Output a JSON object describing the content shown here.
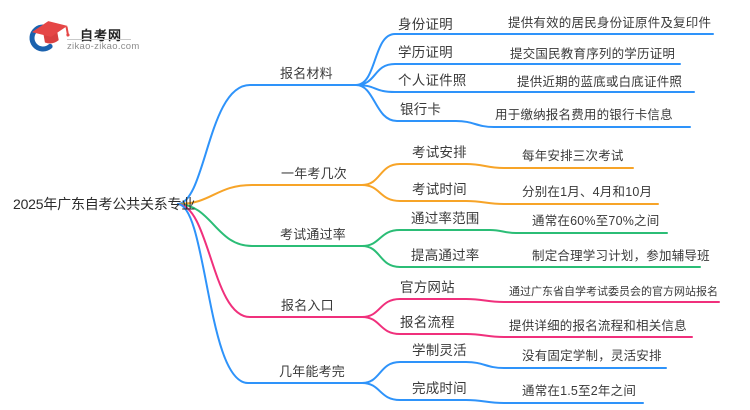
{
  "logo": {
    "name": "自考网",
    "domain": "zikao-zikao.com"
  },
  "root": {
    "label": "2025年广东自考公共关系专业"
  },
  "colors": {
    "blue": "#2e93fa",
    "orange": "#f7a428",
    "green": "#2bbd76",
    "pink": "#f0307c"
  },
  "branches": [
    {
      "label": "报名材料",
      "color": "#2e93fa",
      "children": [
        {
          "label": "身份证明",
          "desc": "提供有效的居民身份证原件及复印件"
        },
        {
          "label": "学历证明",
          "desc": "提交国民教育序列的学历证明"
        },
        {
          "label": "个人证件照",
          "desc": "提供近期的蓝底或白底证件照"
        },
        {
          "label": "银行卡",
          "desc": "用于缴纳报名费用的银行卡信息"
        }
      ]
    },
    {
      "label": "一年考几次",
      "color": "#f7a428",
      "children": [
        {
          "label": "考试安排",
          "desc": "每年安排三次考试"
        },
        {
          "label": "考试时间",
          "desc": "分别在1月、4月和10月"
        }
      ]
    },
    {
      "label": "考试通过率",
      "color": "#2bbd76",
      "children": [
        {
          "label": "通过率范围",
          "desc": "通常在60%至70%之间"
        },
        {
          "label": "提高通过率",
          "desc": "制定合理学习计划，参加辅导班"
        }
      ]
    },
    {
      "label": "报名入口",
      "color": "#f0307c",
      "children": [
        {
          "label": "官方网站",
          "desc": "通过广东省自学考试委员会的官方网站报名"
        },
        {
          "label": "报名流程",
          "desc": "提供详细的报名流程和相关信息"
        }
      ]
    },
    {
      "label": "几年能考完",
      "color": "#2e93fa",
      "children": [
        {
          "label": "学制灵活",
          "desc": "没有固定学制，灵活安排"
        },
        {
          "label": "完成时间",
          "desc": "通常在1.5至2年之间"
        }
      ]
    }
  ]
}
